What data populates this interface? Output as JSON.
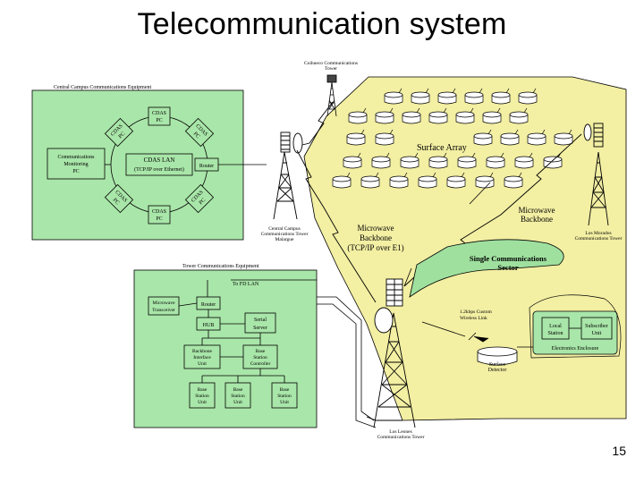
{
  "slide": {
    "title": "Telecommunication system",
    "page_number": "15"
  },
  "colors": {
    "region": "#f3efa3",
    "equipment_panel": "#a9e6a9",
    "line": "#000000",
    "background": "#ffffff"
  },
  "central_campus": {
    "title": "Central Campus Communications Equipment",
    "hub": [
      "CDAS LAN",
      "(TCP/IP over Ethernet)"
    ],
    "nodes": {
      "top": [
        "CDAS",
        "PC"
      ],
      "top_left": [
        "CDAS",
        "PC"
      ],
      "top_right": [
        "CDAS",
        "PC"
      ],
      "bottom_left": [
        "CDAS",
        "PC"
      ],
      "bottom_right": [
        "CDAS",
        "PC"
      ],
      "bottom": [
        "CDAS",
        "PC"
      ]
    },
    "monitoring": [
      "Communications",
      "Monitoring",
      "PC"
    ],
    "router": "Router"
  },
  "tower_equipment": {
    "title": "Tower Communications Equipment",
    "to_lan": "To FD LAN",
    "microwave": [
      "Microwave",
      "Transceiver"
    ],
    "router": "Router",
    "hub": "HUB",
    "serial_server": [
      "Serial",
      "Server"
    ],
    "backbone_interface": [
      "Backbone",
      "Interface",
      "Unit"
    ],
    "base_station_controller": [
      "Base",
      "Station",
      "Controller"
    ],
    "base_units": [
      [
        "Base",
        "Station",
        "Unit"
      ],
      [
        "Base",
        "Station",
        "Unit"
      ],
      [
        "Base",
        "Station",
        "Unit"
      ]
    ]
  },
  "towers": {
    "coihueco": [
      "Coihueco Communications",
      "Tower"
    ],
    "central_campus": [
      "Central Campus",
      "Communications Tower",
      "Malargue"
    ],
    "los_morados": [
      "Los Morados",
      "Communications Tower"
    ],
    "los_leones": [
      "Los Leones",
      "Communications Tower"
    ]
  },
  "field_labels": {
    "surface_array": "Surface Array",
    "microwave_backbone_right": [
      "Microwave",
      "Backbone"
    ],
    "microwave_backbone_center": [
      "Microwave",
      "Backbone",
      "(TCP/IP over E1)"
    ],
    "sector": [
      "Single Communications",
      "Sector"
    ],
    "wireless_link": [
      "1.2kbps Custom",
      "Wireless Link"
    ],
    "surface_detector": [
      "Surface",
      "Detector"
    ]
  },
  "electronics": {
    "local_station": [
      "Local",
      "Station"
    ],
    "subscriber_unit": [
      "Subscriber",
      "Unit"
    ],
    "enclosure": "Electronics Enclosure"
  }
}
